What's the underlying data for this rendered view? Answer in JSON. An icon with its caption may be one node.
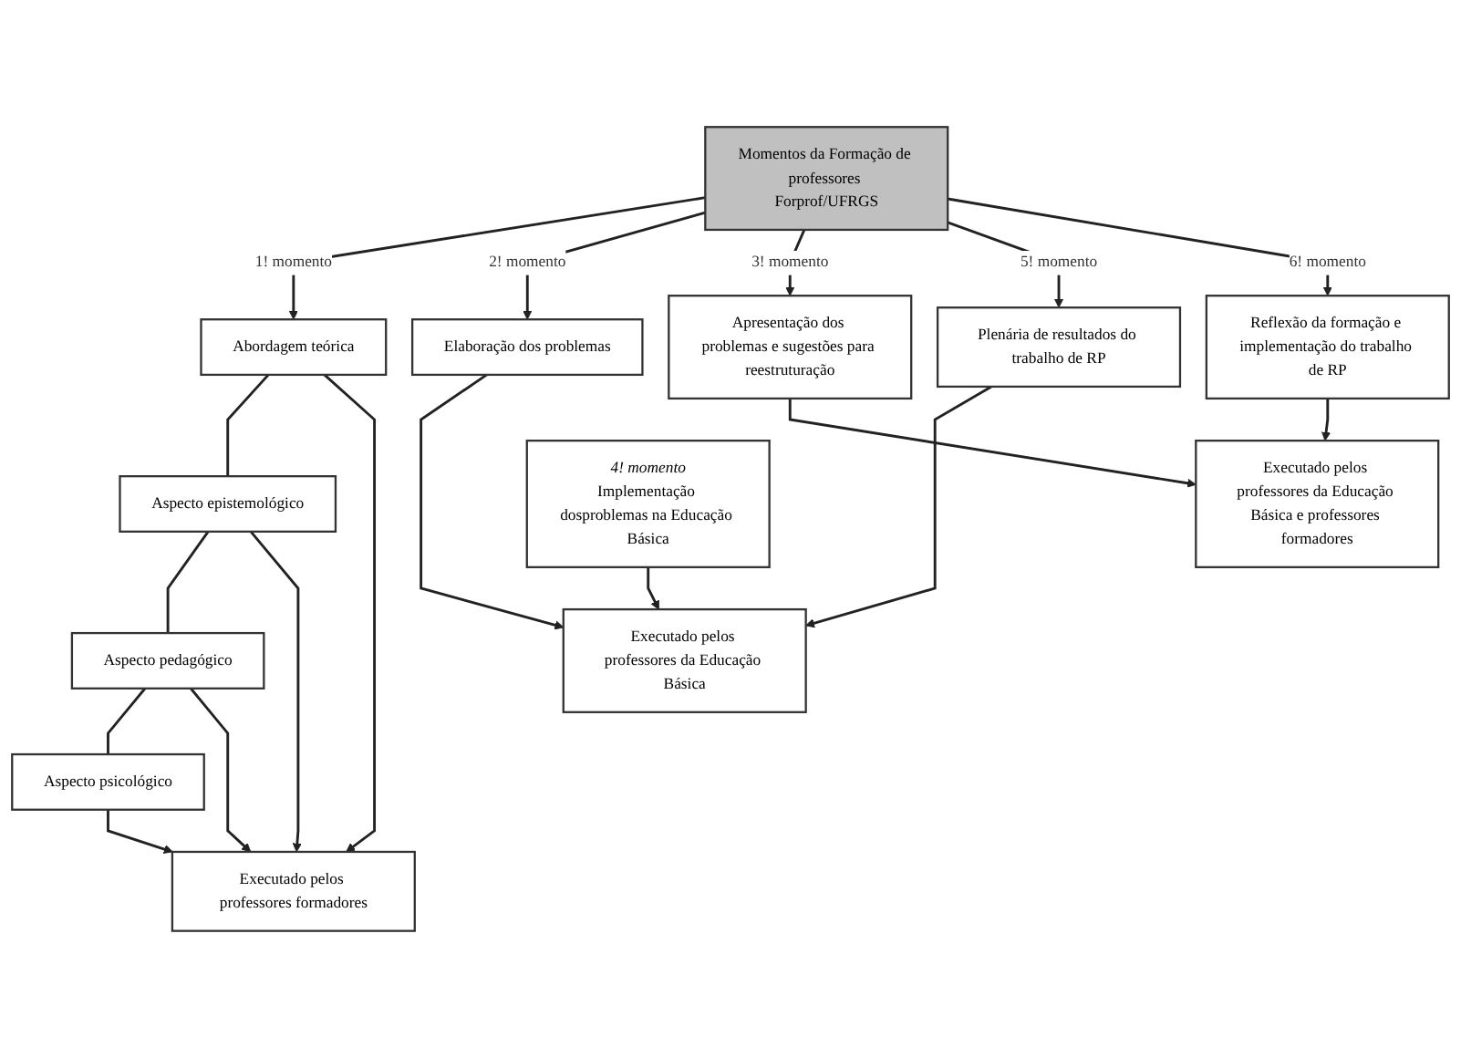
{
  "diagram": {
    "nodes": [
      {
        "text": [
          "Momentos da Formação de professores Forprof/UFRGS"
        ]
      },
      {
        "text": [
          "Abordagem teórica"
        ]
      },
      {
        "text": [
          "Aspecto epistemológico"
        ]
      },
      {
        "text": [
          "Aspecto pedagógico"
        ]
      },
      {
        "text": [
          "Aspecto psicológico"
        ]
      },
      {
        "text": [
          "Elaboração dos problemas"
        ]
      },
      {
        "text": [
          "Apresentação dos problemas e sugestões para reestruturação"
        ]
      },
      {
        "text": [
          "Plenária de resultados do trabalho de RP"
        ]
      },
      {
        "text": [
          "Reflexão da formação e implementação do trabalho de RP"
        ]
      },
      {
        "text": [
          "4! momento",
          "Implementação dosproblemas na Educação Básica"
        ]
      },
      {
        "text": [
          "Executado pelos professores formadores"
        ]
      },
      {
        "text": [
          "Executado pelos professores da Educação Básica"
        ]
      },
      {
        "text": [
          "Executado pelos professores da Educação Básica e professores formadores"
        ]
      }
    ],
    "edges": [
      {
        "from": 0,
        "to": 1,
        "arrow": "to",
        "label": "1! momento"
      },
      {
        "from": 1,
        "to": 2,
        "arrow": "none"
      },
      {
        "from": 2,
        "to": 3,
        "arrow": "none"
      },
      {
        "from": 3,
        "to": 4,
        "arrow": "none"
      },
      {
        "from": 1,
        "to": 10,
        "arrow": "to"
      },
      {
        "from": 2,
        "to": 10,
        "arrow": "to"
      },
      {
        "from": 3,
        "to": 10,
        "arrow": "to"
      },
      {
        "from": 4,
        "to": 10,
        "arrow": "to"
      },
      {
        "from": 0,
        "to": 5,
        "arrow": "to",
        "label": "2! momento"
      },
      {
        "from": 0,
        "to": 6,
        "arrow": "to",
        "label": "3! momento"
      },
      {
        "from": 0,
        "to": 7,
        "arrow": "to",
        "label": "5! momento"
      },
      {
        "from": 0,
        "to": 8,
        "arrow": "to",
        "label": "6! momento"
      },
      {
        "from": 5,
        "to": 11,
        "arrow": "to"
      },
      {
        "from": 7,
        "to": 11,
        "arrow": "to"
      },
      {
        "from": 9,
        "to": 11,
        "arrow": "to"
      },
      {
        "from": 6,
        "to": 12,
        "arrow": "to"
      },
      {
        "from": 8,
        "to": 12,
        "arrow": "to"
      }
    ]
  }
}
